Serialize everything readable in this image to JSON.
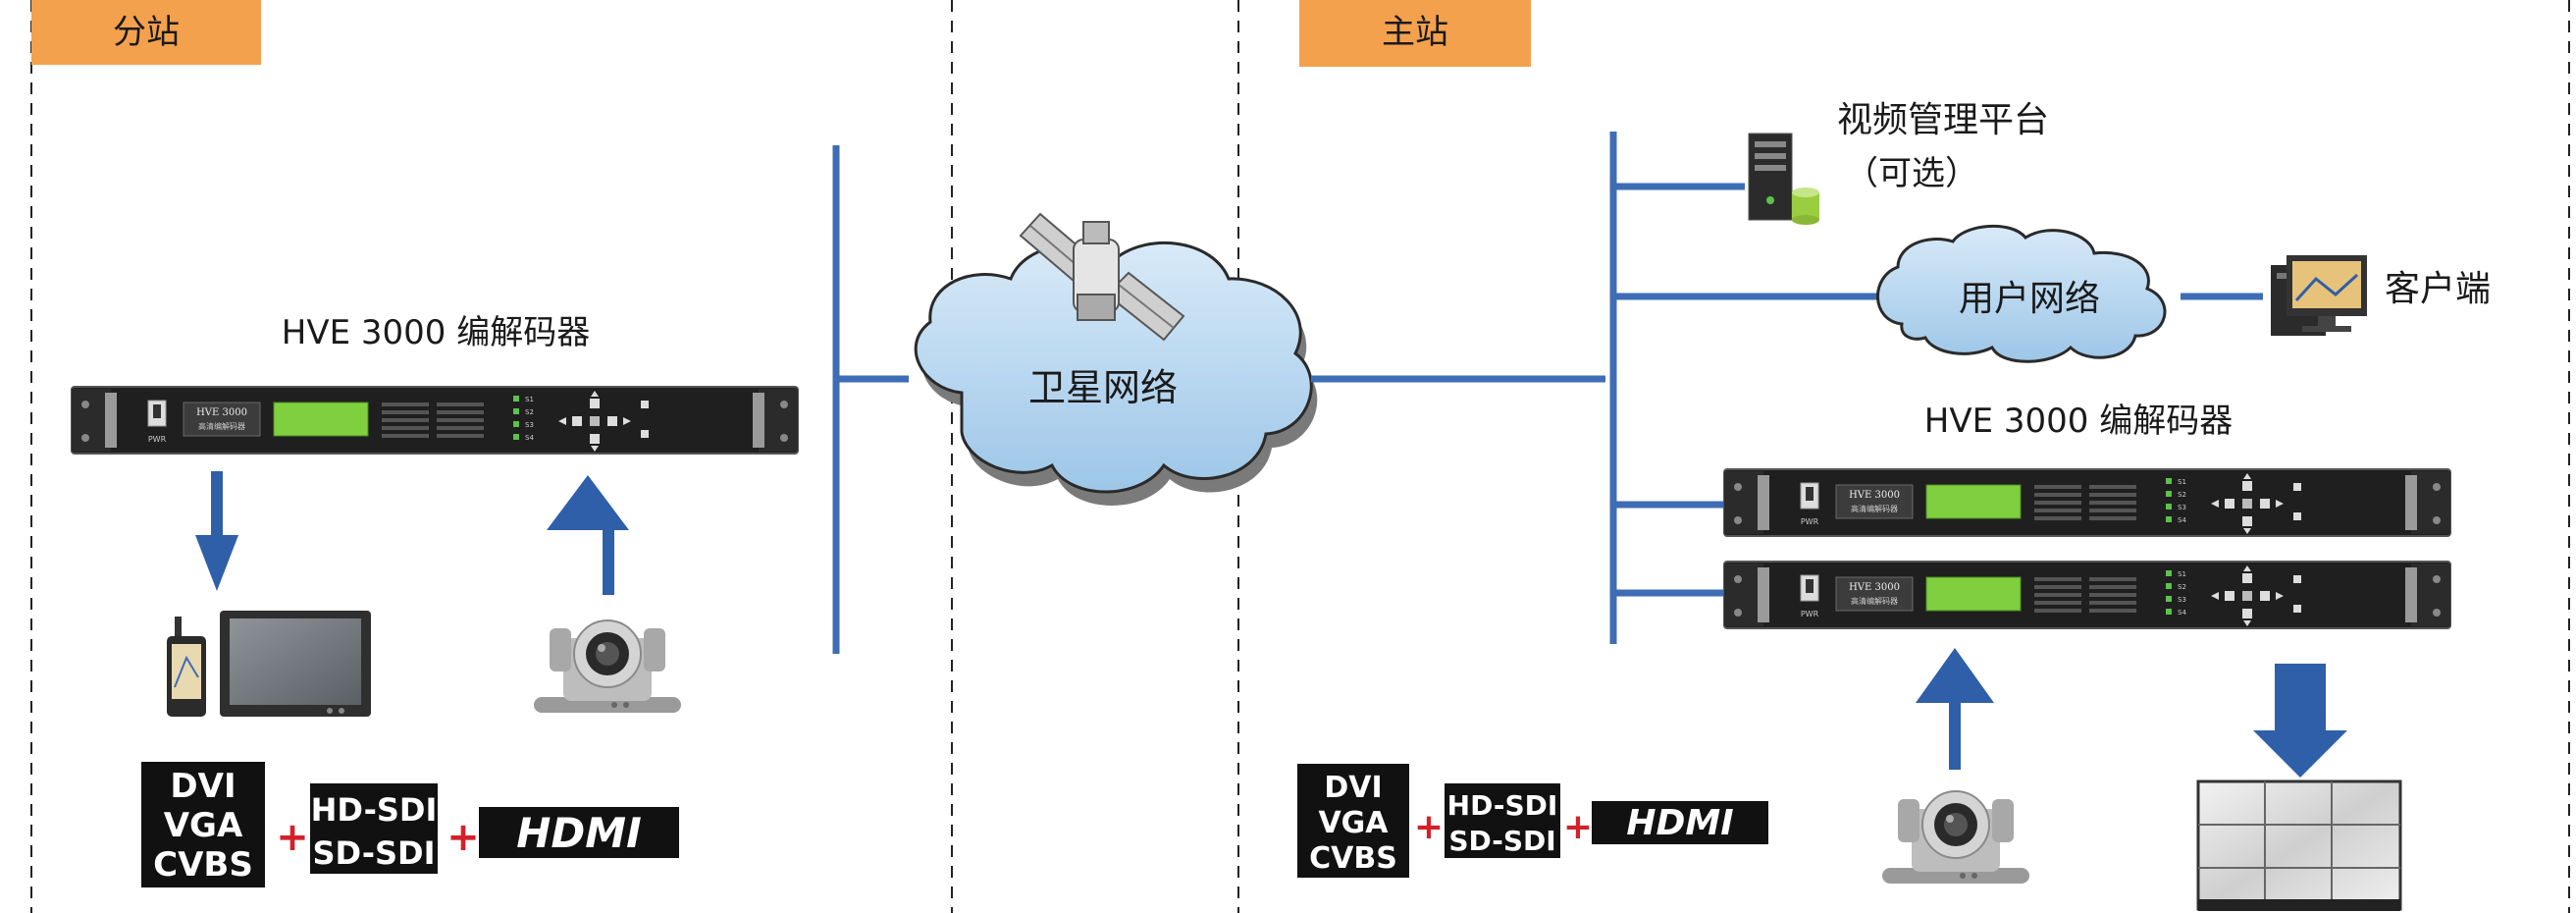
{
  "colors": {
    "tag_orange": "#f4a14d",
    "line_blue": "#3e6db5",
    "arrow_blue": "#2f5fa8",
    "cloud_fill": "#b7d6ef",
    "device_dark": "#1f1f1f",
    "display_green": "#7fcf3f"
  },
  "regions": {
    "left_tag": "分站",
    "right_tag": "主站"
  },
  "left": {
    "device_title": "HVE 3000 编解码器",
    "interfaces": {
      "analog_lines": [
        "DVI",
        "VGA",
        "CVBS"
      ],
      "sdi_lines": [
        "HD-SDI",
        "SD-SDI"
      ],
      "hdmi": "HDMI"
    }
  },
  "center": {
    "cloud_label": "卫星网络",
    "satellite_icon": "satellite-icon"
  },
  "right": {
    "platform_label": "视频管理平台",
    "platform_sub": "（可选）",
    "user_network": "用户网络",
    "client_label": "客户端",
    "device_title": "HVE 3000 编解码器",
    "interfaces": {
      "analog_lines": [
        "DVI",
        "VGA",
        "CVBS"
      ],
      "sdi_lines": [
        "HD-SDI",
        "SD-SDI"
      ],
      "hdmi": "HDMI"
    }
  },
  "device_panel": {
    "brand": "HVE 3000",
    "subtitle": "高清编解码器",
    "pwr": "PWR",
    "leds": [
      "S1",
      "S2",
      "S3",
      "S4"
    ]
  }
}
